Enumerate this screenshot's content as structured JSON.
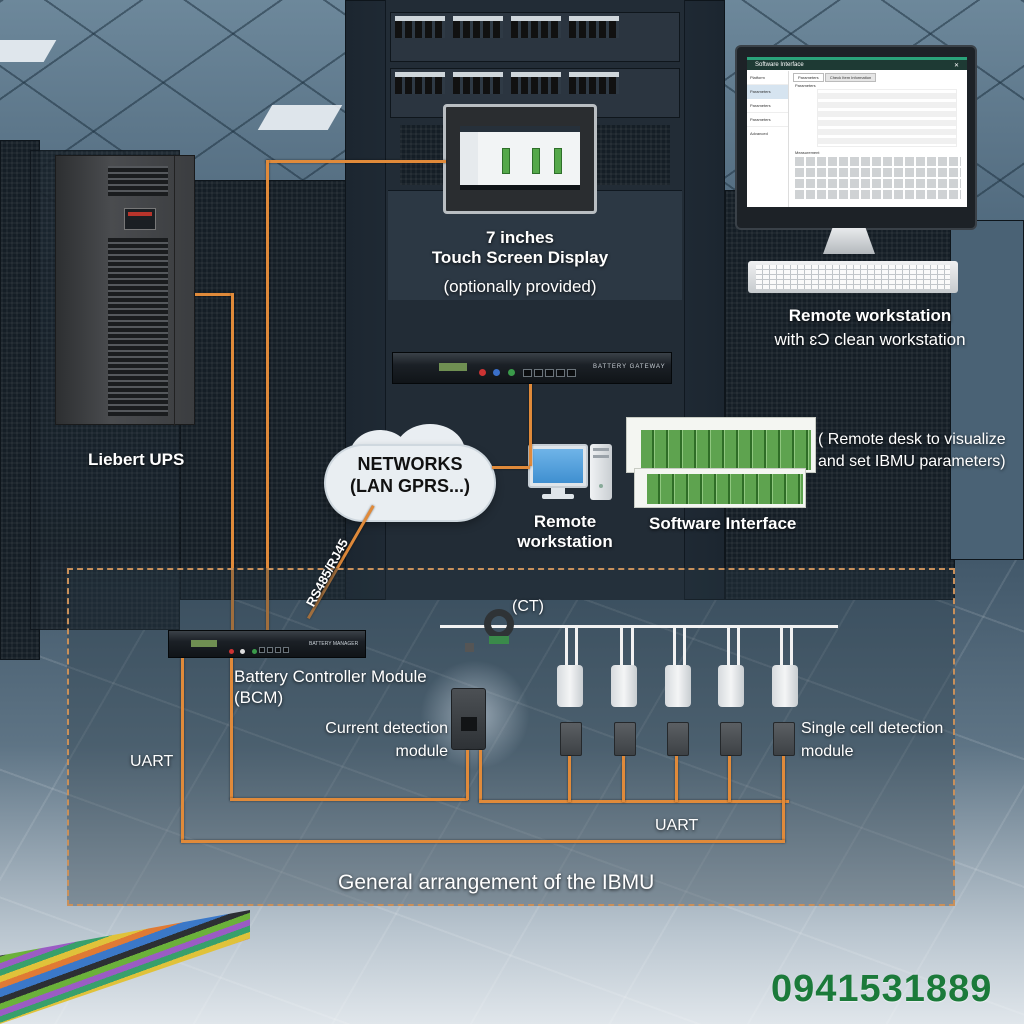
{
  "title": "General arrangement of the IBMU",
  "labels": {
    "touch_screen_line1": "7 inches",
    "touch_screen_line2": "Touch Screen Display",
    "touch_screen_line3": "(optionally provided)",
    "remote_ws_top_line1": "Remote workstation",
    "remote_ws_top_line2": "with ɛƆ clean workstation",
    "liebert_ups": "Liebert UPS",
    "networks_line1": "NETWORKS",
    "networks_line2": "(LAN GPRS...)",
    "remote_ws_mid_line1": "Remote",
    "remote_ws_mid_line2": "workstation",
    "software_interface": "Software Interface",
    "remote_desk_line1": "( Remote desk to visualize",
    "remote_desk_line2": "and set IBMU parameters)",
    "rs485": "RS485/RJ45",
    "bcm_line1": "Battery Controller Module",
    "bcm_line2": "(BCM)",
    "ct": "(CT)",
    "current_detection_line1": "Current detection",
    "current_detection_line2": "module",
    "single_cell_line1": "Single cell detection",
    "single_cell_line2": "module",
    "uart_left": "UART",
    "uart_bottom": "UART",
    "diagram_title": "General arrangement of the IBMU",
    "phone": "0941531889",
    "gateway_brand": "BATTERY GATEWAY",
    "bcm_brand": "BATTERY MANAGER"
  },
  "software_window": {
    "title": "Software Interface",
    "sidebar": [
      "Platform",
      "Parameters",
      "Parameters",
      "Parameters",
      "Advanced"
    ],
    "tabs": [
      "Parameters",
      "Check Item Information"
    ],
    "section1": "Parameters",
    "section2": "Measurement"
  },
  "colors": {
    "wire": "#e08a3a",
    "dashed_border": "#c9905a",
    "phone_green": "#1b7a3a",
    "bar_green": "#55a84a"
  },
  "cell_modules_count": 5,
  "touch_screen_bars": 3
}
